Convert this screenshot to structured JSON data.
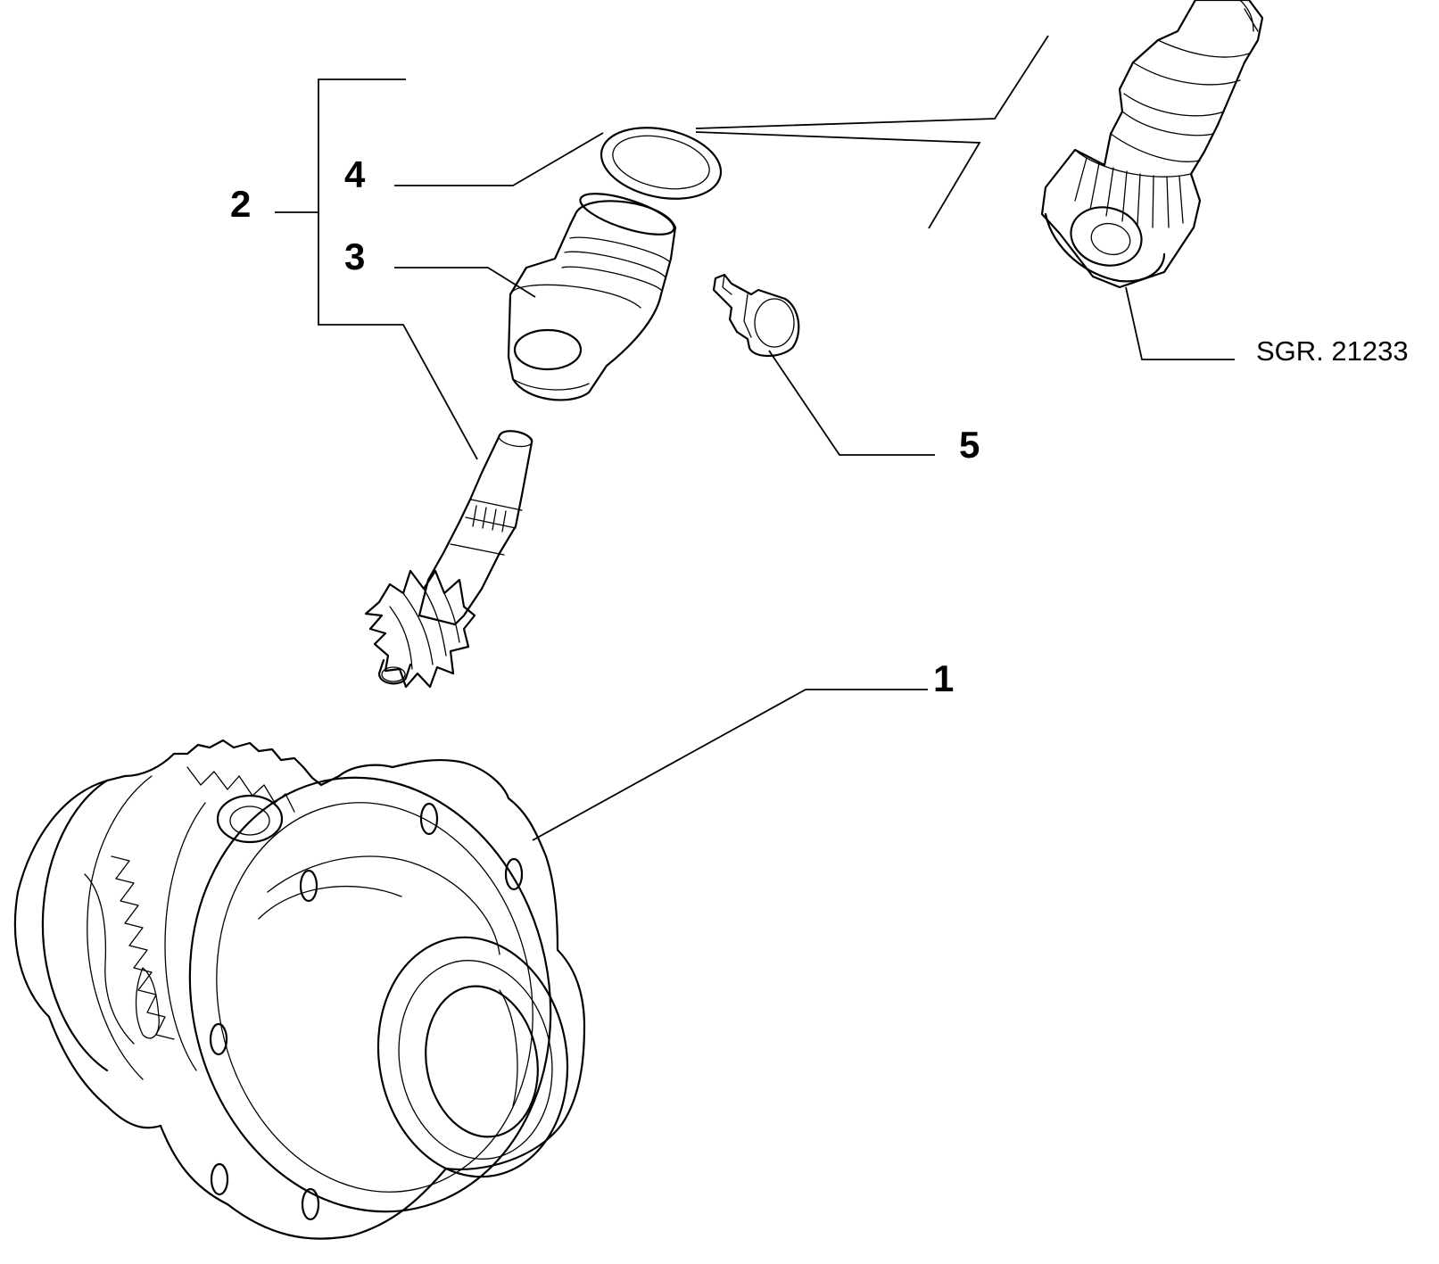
{
  "callouts": [
    {
      "id": "1",
      "label": "1"
    },
    {
      "id": "2",
      "label": "2"
    },
    {
      "id": "3",
      "label": "3"
    },
    {
      "id": "4",
      "label": "4"
    },
    {
      "id": "5",
      "label": "5"
    }
  ],
  "reference": {
    "label": "SGR. 21233"
  },
  "colors": {
    "line": "#000000",
    "background": "#ffffff"
  }
}
